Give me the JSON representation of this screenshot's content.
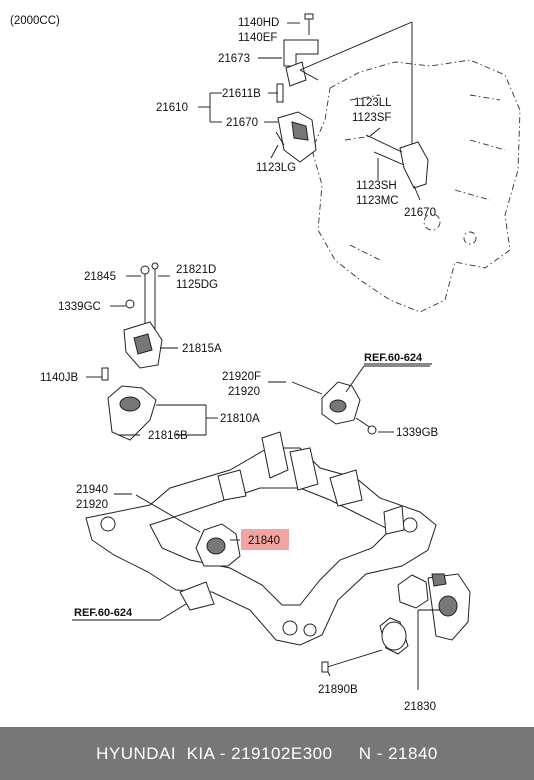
{
  "variant": "(2000CC)",
  "labels": {
    "p1140HD": "1140HD",
    "p1140EF": "1140EF",
    "p21673": "21673",
    "p21611B": "21611B",
    "p21610": "21610",
    "p21670a": "21670",
    "p1123LG": "1123LG",
    "p1123LL": "1123LL",
    "p1123SF": "1123SF",
    "p1123SH": "1123SH",
    "p1123MC": "1123MC",
    "p21670b": "21670",
    "p21845": "21845",
    "p21821D": "21821D",
    "p1125DG": "1125DG",
    "p1339GCa": "1339GC",
    "p21815A": "21815A",
    "p1140JB": "1140JB",
    "p21810A": "21810A",
    "p21816B": "21816B",
    "p21920F": "21920F",
    "p21920a": "21920",
    "p1339GB": "1339GB",
    "p21940": "21940",
    "p21920b": "21920",
    "p21840": "21840",
    "p21890B": "21890B",
    "p21830": "21830"
  },
  "refs": {
    "ref_top": "REF.60-624",
    "ref_left": "REF.60-624"
  },
  "highlight_color": "#f4a3a3",
  "footer_text": "HYUNDAI  KIA - 219102E300     N - 21840"
}
